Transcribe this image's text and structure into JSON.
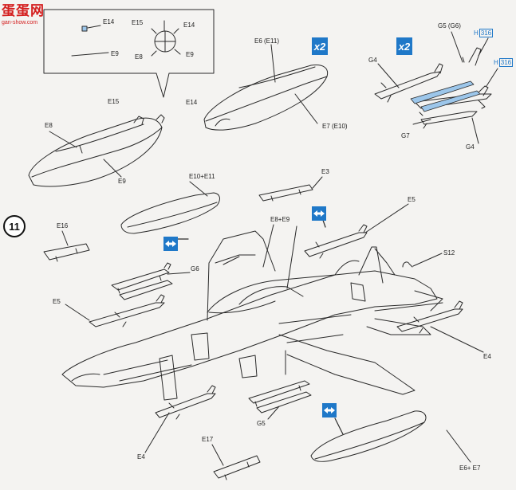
{
  "watermark": {
    "brand": "蛋蛋网",
    "site": "gan-show.com"
  },
  "step_number": "11",
  "multiplier_badges": [
    "x2",
    "x2"
  ],
  "paint_refs": [
    {
      "prefix": "H",
      "code": "316"
    },
    {
      "prefix": "H",
      "code": "316"
    }
  ],
  "labels": {
    "inset_e14_a": "E14",
    "inset_e15": "E15",
    "inset_e14_b": "E14",
    "inset_e8": "E8",
    "inset_e9_a": "E9",
    "inset_e9_b": "E9",
    "tank_e15": "E15",
    "tank_e14": "E14",
    "tank_e8": "E8",
    "tank_e9": "E9",
    "tank2_e6": "E6 (E11)",
    "tank2_e7": "E7 (E10)",
    "g5g6": "G5 (G6)",
    "g4_top": "G4",
    "g7": "G7",
    "g4_bottom": "G4",
    "e10e11": "E10+E11",
    "e3": "E3",
    "e5_right": "E5",
    "e8e9": "E8+E9",
    "e16": "E16",
    "s12": "S12",
    "g6": "G6",
    "e5_left": "E5",
    "e4_right": "E4",
    "g5": "G5",
    "e4_left": "E4",
    "e17": "E17",
    "e6e7": "E6+ E7"
  }
}
